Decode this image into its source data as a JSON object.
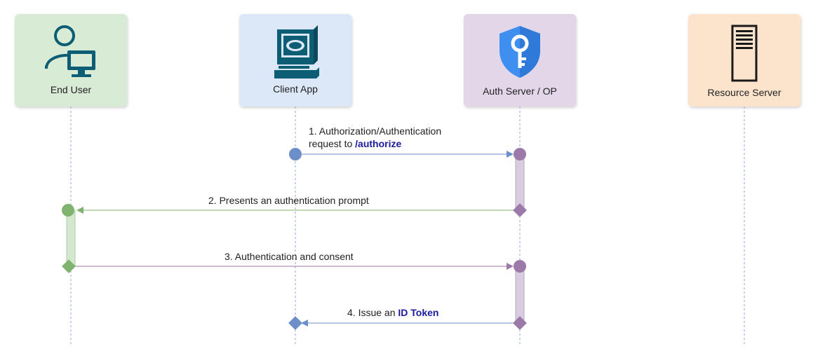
{
  "actors": [
    {
      "id": "end_user",
      "label": "End User",
      "icon": "user-computer-icon",
      "fill": "#d8ebd5"
    },
    {
      "id": "client_app",
      "label": "Client App",
      "icon": "computer-terminal-icon",
      "fill": "#dce7f8"
    },
    {
      "id": "auth_server",
      "label": "Auth Server / OP",
      "icon": "shield-key-icon",
      "fill": "#e2d6e8"
    },
    {
      "id": "resource_server",
      "label": "Resource Server",
      "icon": "server-icon",
      "fill": "#fbe3cc"
    }
  ],
  "messages": [
    {
      "step": "1",
      "from": "client_app",
      "to": "auth_server",
      "line1": "1. Authorization/Authentication",
      "line2_prefix": "request to ",
      "line2_highlight": "/authorize"
    },
    {
      "step": "2",
      "from": "auth_server",
      "to": "end_user",
      "text": "2. Presents an authentication prompt"
    },
    {
      "step": "3",
      "from": "end_user",
      "to": "auth_server",
      "text": "3. Authentication and consent"
    },
    {
      "step": "4",
      "from": "auth_server",
      "to": "client_app",
      "prefix": "4. Issue an ",
      "highlight": "ID Token"
    }
  ],
  "colors": {
    "client_line": "#6d8fc9",
    "auth_purple": "#9c79a8",
    "user_green": "#7fb36f",
    "lifeline": "#8fa7d6",
    "activation_purple": "#d9cce0",
    "activation_green": "#d5e8cf",
    "highlight_text": "#1a1a9c",
    "shield_blue": "#3f8ff0",
    "icon_teal": "#0d5d75"
  }
}
